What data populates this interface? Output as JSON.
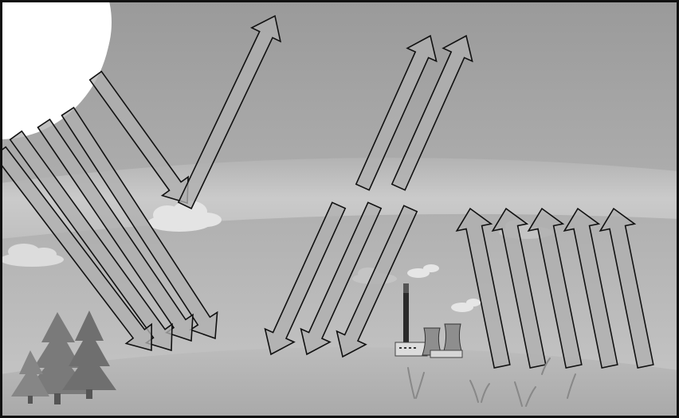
{
  "diagram": {
    "title": "",
    "labels": [],
    "sun": {
      "color": "#ffffff"
    },
    "sky": {
      "top_color": "#9a9a9a",
      "bottom_color": "#c6c6c6"
    },
    "atmosphere_band": {
      "color": "#d2d2d2"
    },
    "ground": {
      "color": "#b9b9b9"
    },
    "arrow": {
      "fill": "#b0b0b0",
      "outline": "#111111"
    },
    "groups": {
      "incoming_radiation": {
        "count": 5,
        "direction": "down"
      },
      "reflected_by_cloud": {
        "count": 1,
        "direction": "up"
      },
      "escaping_to_space": {
        "count": 2,
        "direction": "up"
      },
      "returned_to_surface": {
        "count": 3,
        "direction": "down"
      },
      "emitted_from_surface": {
        "count": 5,
        "direction": "up"
      }
    },
    "objects": [
      "sun",
      "clouds",
      "pine-trees",
      "power-plant",
      "cooling-towers",
      "grass"
    ]
  }
}
